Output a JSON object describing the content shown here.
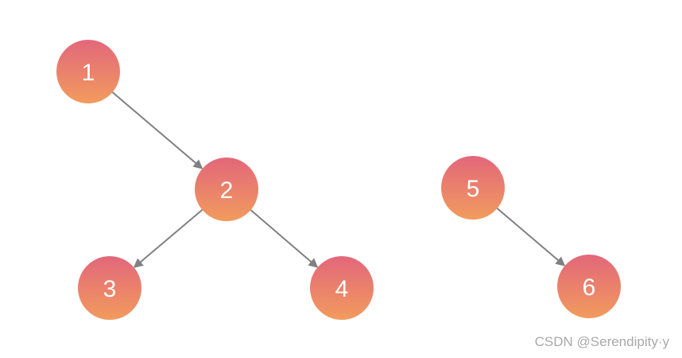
{
  "diagram": {
    "nodes": [
      {
        "id": "n1",
        "label": "1"
      },
      {
        "id": "n2",
        "label": "2"
      },
      {
        "id": "n3",
        "label": "3"
      },
      {
        "id": "n4",
        "label": "4"
      },
      {
        "id": "n5",
        "label": "5"
      },
      {
        "id": "n6",
        "label": "6"
      }
    ],
    "edges": [
      {
        "from": "n1",
        "to": "n2"
      },
      {
        "from": "n2",
        "to": "n3"
      },
      {
        "from": "n2",
        "to": "n4"
      },
      {
        "from": "n5",
        "to": "n6"
      }
    ]
  },
  "colors": {
    "node_gradient_top": "#e2677a",
    "node_gradient_bottom": "#f29b5e",
    "edge": "#808080",
    "label": "#ffffff",
    "watermark": "#a9a9a9"
  },
  "watermark": "CSDN @Serendipity·y"
}
